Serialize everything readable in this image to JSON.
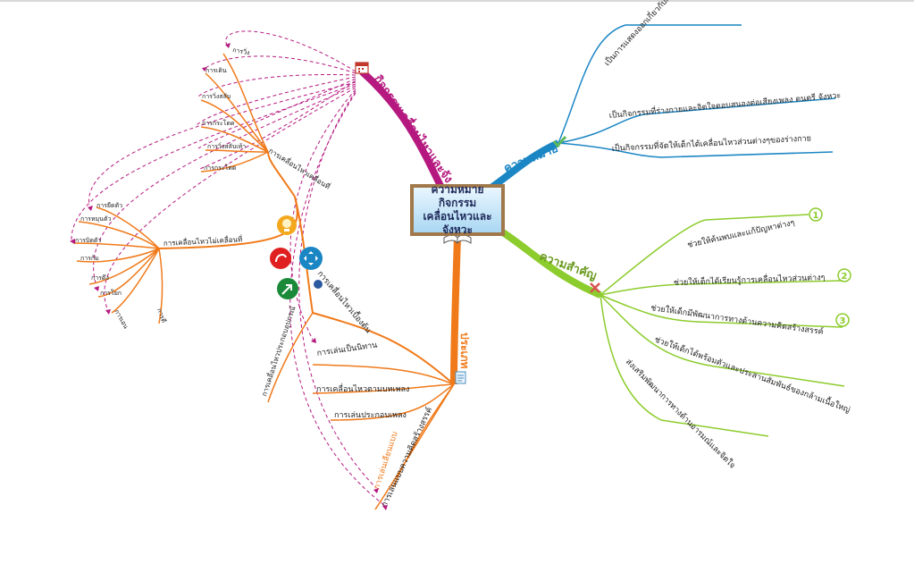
{
  "center": {
    "title_line1": "ความหมายกิจกรรม",
    "title_line2": "เคลื่อนไหวและจังหวะ"
  },
  "branches": {
    "meaning": {
      "label": "ความหมาย",
      "color": "#1b86c4",
      "items": [
        "เป็นการแสดงออกเกี่ยวกับการเคลื่อนไหว",
        "เป็นกิจกรรมที่ร่างกายและจิตใจตอบสนองต่อเสียงเพลง ดนตรี จังหวะ",
        "เป็นกิจกรรมที่จัดให้เด็กได้เคลื่อนไหวส่วนต่างๆของร่างกาย"
      ]
    },
    "importance": {
      "label": "ความสำคัญ",
      "color": "#8ccc2c",
      "items": [
        "ช่วยให้ค้นพบและแก้ปัญหาต่างๆ",
        "ช่วยให้เด็กได้เรียนรู้การเคลื่อนไหวส่วนต่างๆ",
        "ช่วยให้เด็กมีพัฒนาการทางด้านความคิดสร้างสรรค์",
        "ช่วยให้เด็กได้พร้อมตัวและประสานสัมพันธ์ของกล้ามเนื้อใหญ่",
        "ส่งเสริมพัฒนาการทางด้านอารมณ์และจิตใจ"
      ],
      "badges": [
        "1",
        "2",
        "3"
      ]
    },
    "activities": {
      "label": "กิจกรรมเคลื่อนไหวและจัง",
      "color": "#b5197f"
    },
    "types": {
      "label": "ประเภท",
      "color": "#f07a1a",
      "items": [
        "การเล่นเป็นนิทาน",
        "การเคลื่อนไหวตามบทเพลง",
        "การเล่นประกอบเพลง",
        "การเล่นเลียนแบบ",
        "การเล่นแบบความคิดสร้างสรรค์"
      ],
      "basic": {
        "label": "การเคลื่อนไหวเบื้องต้น",
        "moving": {
          "label": "การเคลื่อนไหวเคลื่อนที่",
          "items": [
            "การวิ่ง",
            "การเดิน",
            "การวิ่งสลับ",
            "การกระโดด",
            "การวิ่งสลับเท้า",
            "การกระโดด"
          ]
        },
        "stationary": {
          "label": "การเคลื่อนไหวไม่เคลื่อนที่",
          "items": [
            "การยืดตัว",
            "การหมุนตัว",
            "การบิดตัว",
            "การก้ม",
            "การดึง",
            "การโยก",
            "การเอน",
            "การตี"
          ]
        },
        "equipment": {
          "label": "การเคลื่อนไหวประกอบอุปกรณ์"
        }
      }
    }
  },
  "icons": [
    "calendar-icon",
    "check-icon",
    "cross-icon",
    "document-icon",
    "book-icon",
    "lightbulb-icon",
    "arrows-icon"
  ]
}
